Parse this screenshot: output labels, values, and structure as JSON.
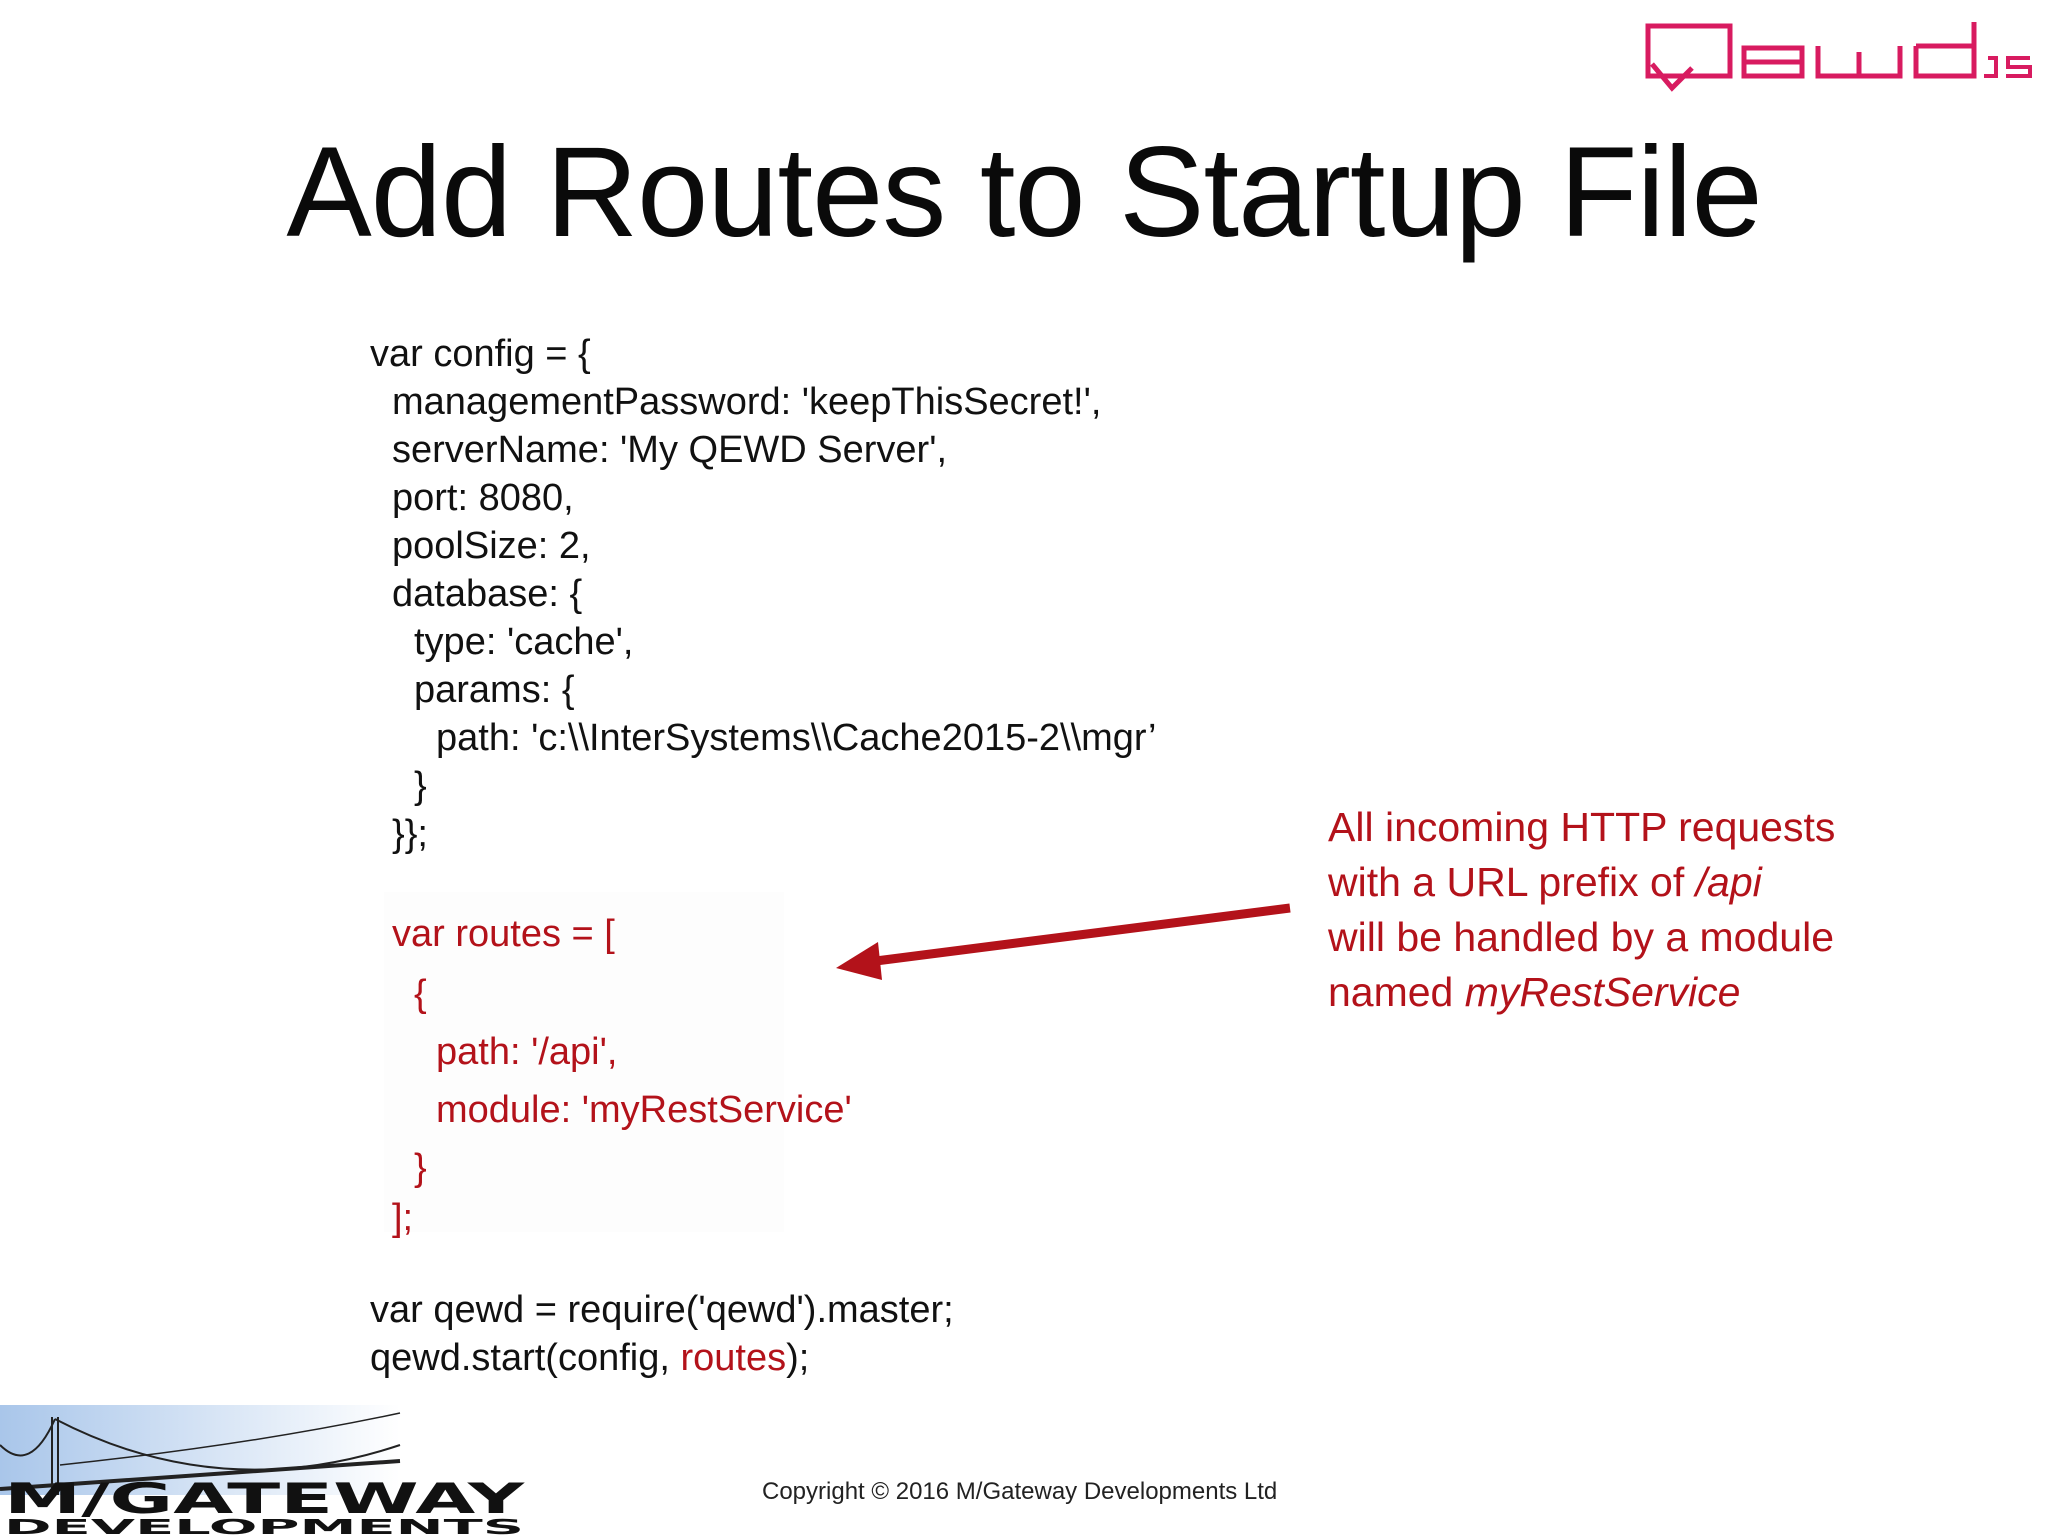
{
  "slide": {
    "title": "Add Routes to Startup File",
    "code_lines": [
      {
        "text": "var config = {",
        "indent": 0,
        "color": "black"
      },
      {
        "text": "managementPassword: 'keepThisSecret!',",
        "indent": 1,
        "color": "black"
      },
      {
        "text": "serverName: 'My QEWD Server',",
        "indent": 1,
        "color": "black"
      },
      {
        "text": "port: 8080,",
        "indent": 1,
        "color": "black"
      },
      {
        "text": "poolSize: 2,",
        "indent": 1,
        "color": "black"
      },
      {
        "text": "database: {",
        "indent": 1,
        "color": "black"
      },
      {
        "text": "type: 'cache',",
        "indent": 2,
        "color": "black"
      },
      {
        "text": "params: {",
        "indent": 2,
        "color": "black"
      },
      {
        "text": "path: 'c:\\\\InterSystems\\\\Cache2015-2\\\\mgr’",
        "indent": 3,
        "color": "black"
      },
      {
        "text": "}",
        "indent": 2,
        "color": "black"
      },
      {
        "text": "}};",
        "indent": 1,
        "color": "black"
      },
      {
        "text": "var routes = [",
        "indent": 1,
        "color": "red"
      },
      {
        "text": "{",
        "indent": 2,
        "color": "red"
      },
      {
        "text": "path: '/api',",
        "indent": 3,
        "color": "red"
      },
      {
        "text": "module: 'myRestService'",
        "indent": 3,
        "color": "red"
      },
      {
        "text": "}",
        "indent": 2,
        "color": "red"
      },
      {
        "text": "];",
        "indent": 1,
        "color": "red"
      },
      {
        "text": "var qewd = require('qewd').master;",
        "indent": 0,
        "color": "black"
      },
      {
        "text_black": "qewd.start(config, ",
        "text_red": "routes",
        "text_end": ");",
        "indent": 0,
        "color": "mixed"
      }
    ],
    "callout": {
      "line1": "All incoming HTTP requests",
      "line2_pre": "with a URL prefix of ",
      "line2_em": "/api",
      "line3": "will be handled by a module",
      "line4_pre": "named ",
      "line4_em": "myRestService"
    },
    "copyright": "Copyright © 2016 M/Gateway Developments Ltd",
    "logo_qewd_text": "QEWD JS",
    "logo_mgateway_text": "M/GATEWAY DEVELOPMENTS",
    "colors": {
      "accent_red": "#b3121a",
      "logo_pink": "#d81b60",
      "text": "#111111"
    }
  }
}
